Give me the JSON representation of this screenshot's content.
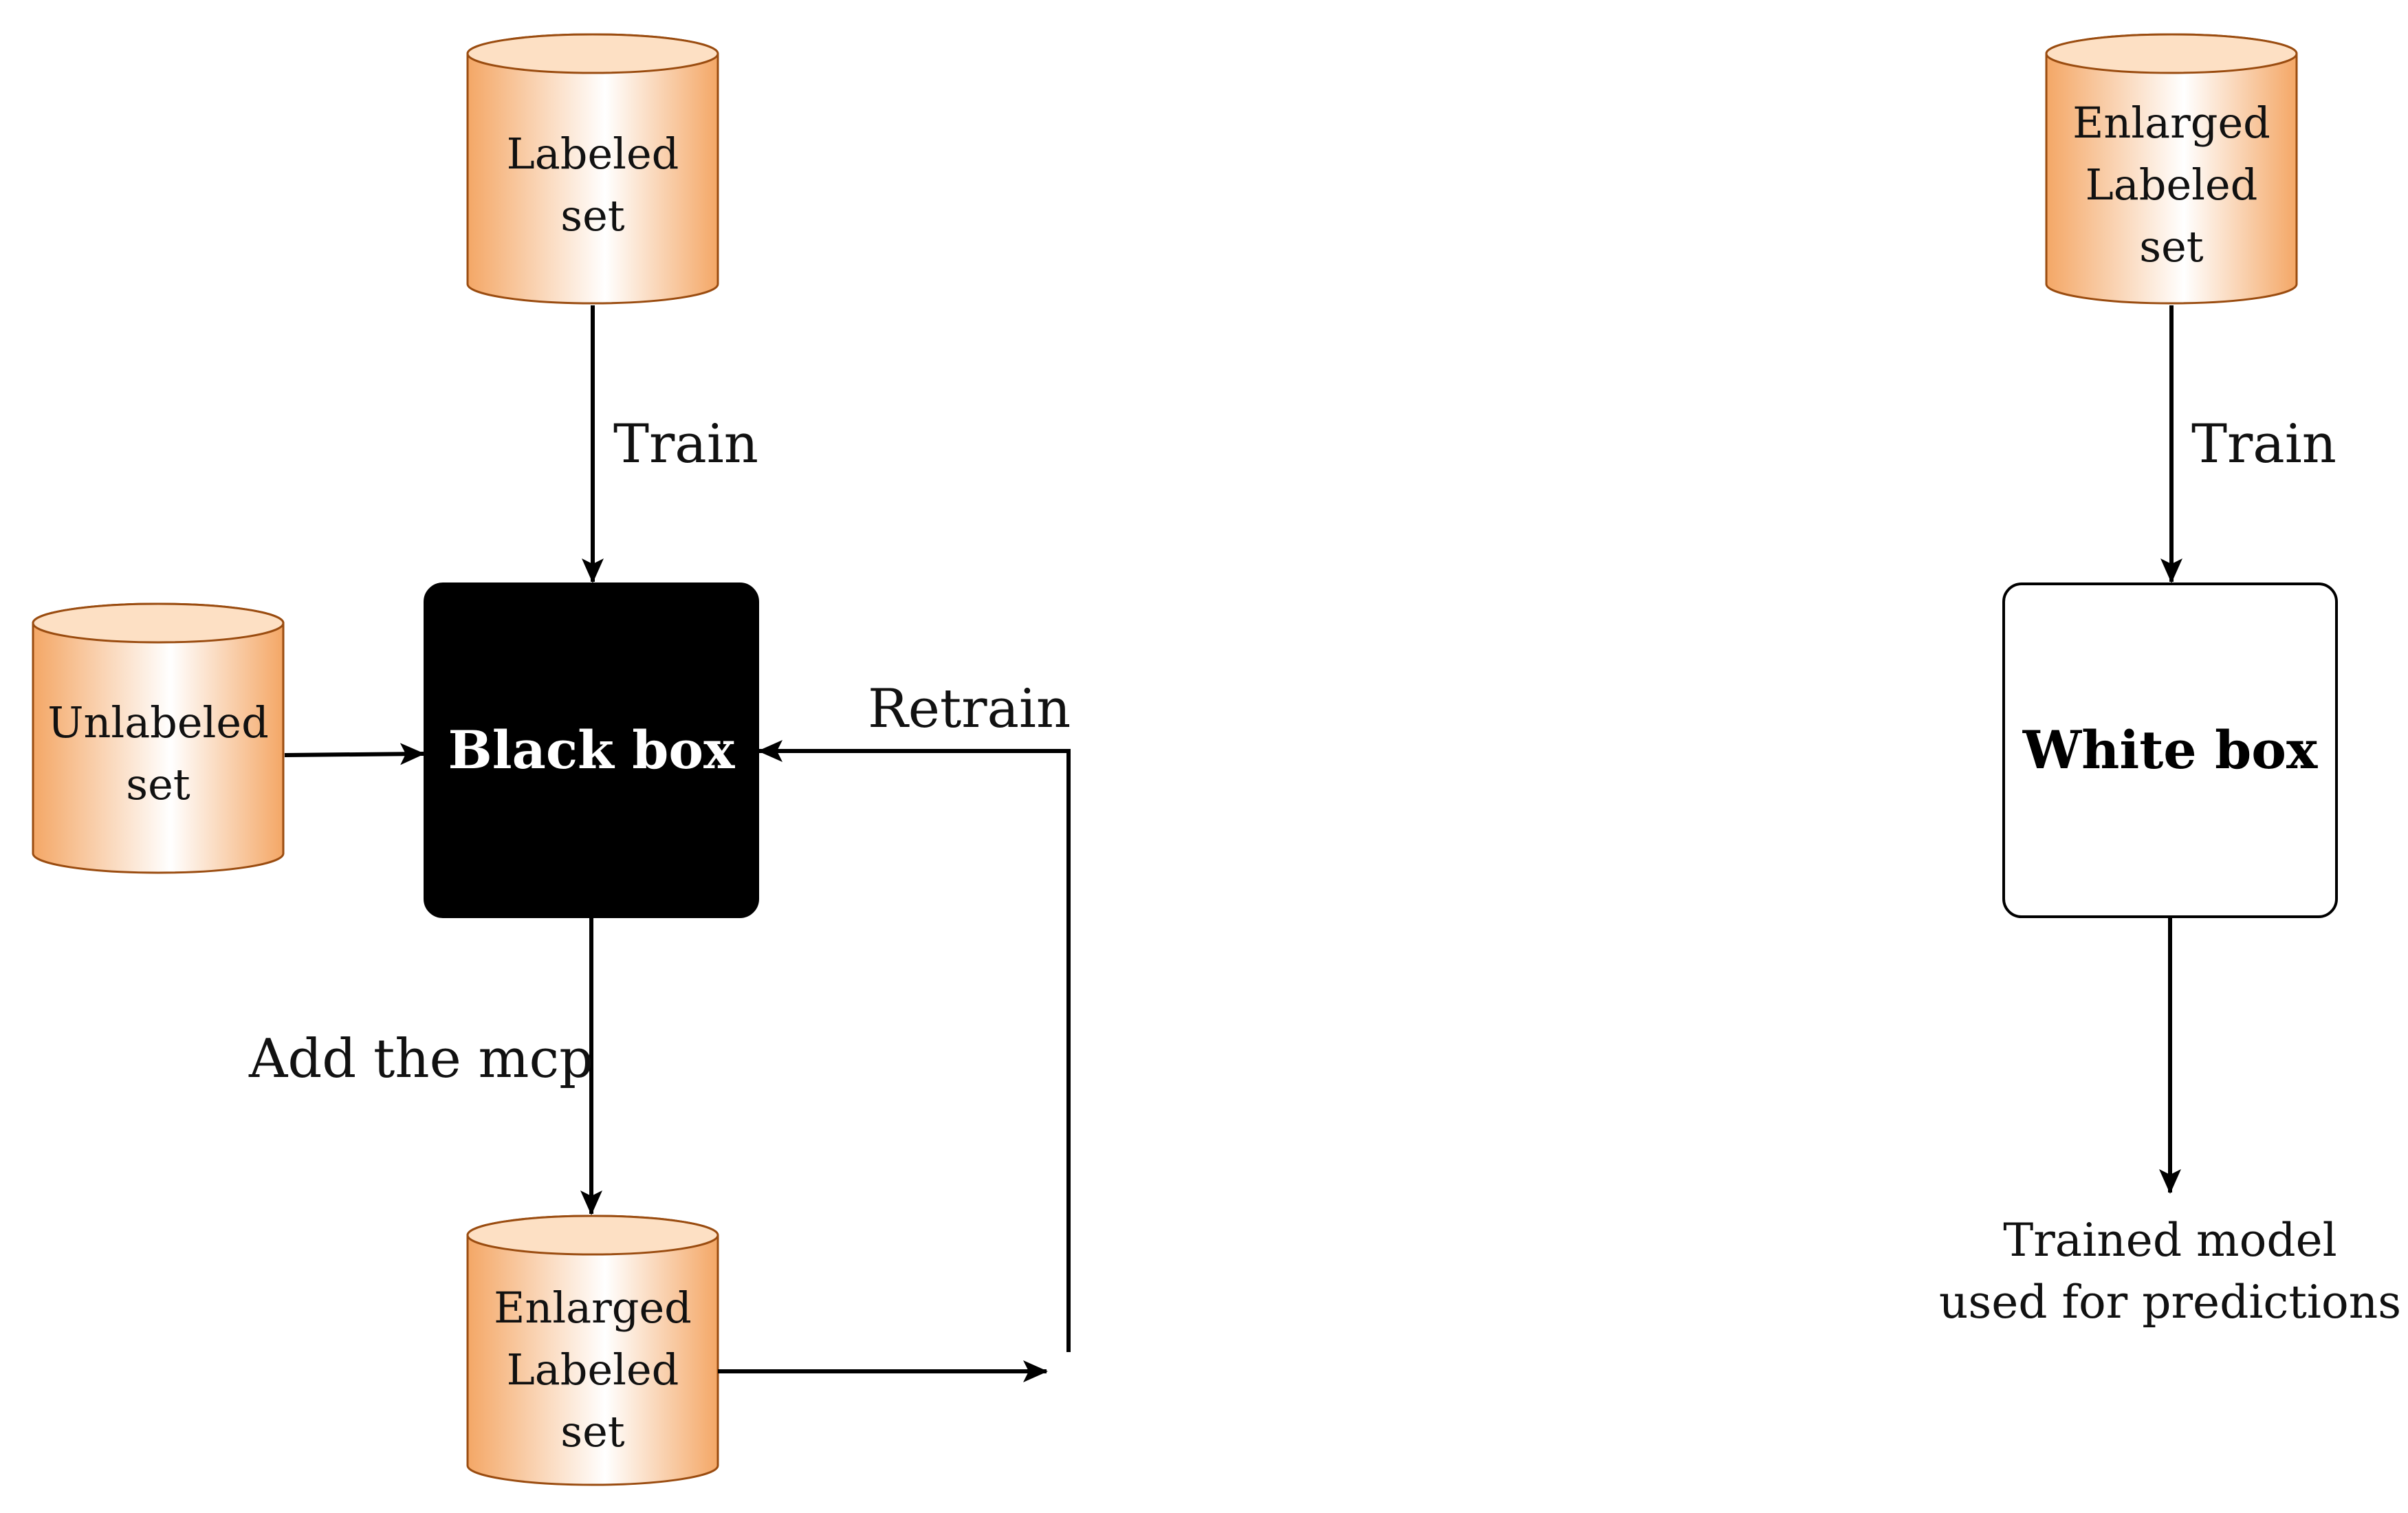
{
  "nodes": {
    "labeled_set": {
      "lines": [
        "Labeled",
        "set"
      ]
    },
    "unlabeled_set": {
      "lines": [
        "Unlabeled",
        "set"
      ]
    },
    "black_box": {
      "label": "Black box"
    },
    "enlarged_left": {
      "lines": [
        "Enlarged",
        "Labeled",
        "set"
      ]
    },
    "enlarged_right": {
      "lines": [
        "Enlarged",
        "Labeled",
        "set"
      ]
    },
    "white_box": {
      "label": "White box"
    },
    "trained_model": {
      "lines": [
        "Trained model",
        "used for predictions"
      ]
    }
  },
  "edges": {
    "train_left": "Train",
    "add_mcp": "Add the mcp",
    "retrain": "Retrain",
    "train_right": "Train"
  },
  "colors": {
    "cylinder_edge": "#9a4c10",
    "cylinder_fill_dark": "#f4a766",
    "cylinder_fill_light": "#ffffff",
    "cylinder_top": "#fde0c4",
    "black_box_fill": "#000000",
    "white_box_fill": "#ffffff"
  }
}
